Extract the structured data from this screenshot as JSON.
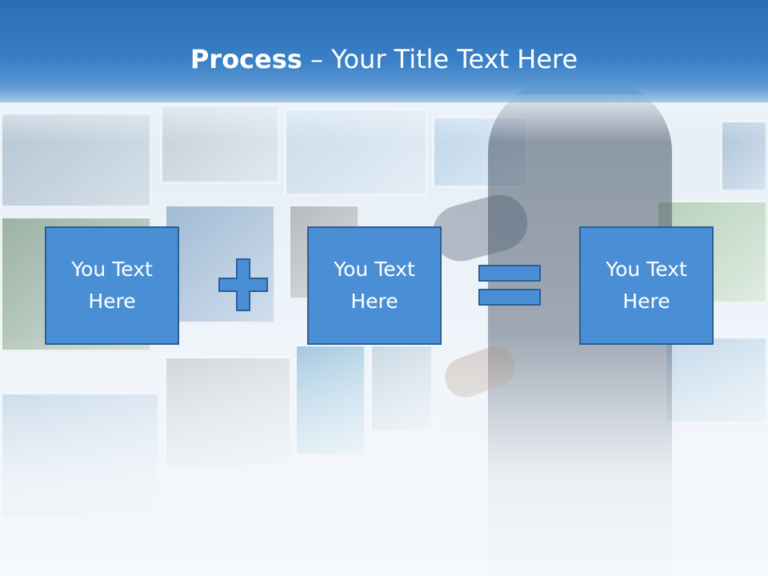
{
  "slide": {
    "title_bold": "Process",
    "title_rest": " – Your Title Text Here"
  },
  "process": {
    "boxes": [
      {
        "label": "You Text Here"
      },
      {
        "label": "You Text Here"
      },
      {
        "label": "You Text Here"
      }
    ],
    "operators": [
      "plus-icon",
      "equals-icon"
    ]
  },
  "colors": {
    "title_bar": "#3a80c6",
    "box_fill": "#4a8fd6",
    "box_border": "#2b5f94",
    "text": "#ffffff"
  }
}
